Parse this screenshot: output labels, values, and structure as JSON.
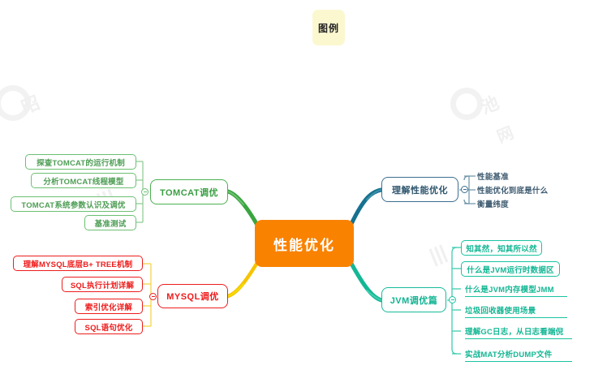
{
  "legend": {
    "label": "图例"
  },
  "central": {
    "label": "性能优化",
    "color": "#f98200",
    "text_color": "#ffffff"
  },
  "branches": [
    {
      "id": "tomcat",
      "label": "TOMCAT调优",
      "side": "left",
      "color": "#4caf50",
      "connector_color": "#3aa53f",
      "collapsed": false,
      "children": [
        {
          "label": "探查TOMCAT的运行机制",
          "style": "box"
        },
        {
          "label": "分析TOMCAT线程模型",
          "style": "box"
        },
        {
          "label": "TOMCAT系统参数认识及调优",
          "style": "box"
        },
        {
          "label": "基准测试",
          "style": "box"
        }
      ]
    },
    {
      "id": "mysql",
      "label": "MYSQL调优",
      "side": "left",
      "color": "#ee1c1c",
      "connector_color": "#f5d400",
      "collapsed": false,
      "children": [
        {
          "label": "理解MYSQL底层B+ TREE机制",
          "style": "box"
        },
        {
          "label": "SQL执行计划详解",
          "style": "box"
        },
        {
          "label": "索引优化详解",
          "style": "box"
        },
        {
          "label": "SQL语句优化",
          "style": "box"
        }
      ]
    },
    {
      "id": "understand-performance",
      "label": "理解性能优化",
      "side": "right",
      "color": "#3c6e8f",
      "connector_color": "#19728f",
      "collapsed": false,
      "children": [
        {
          "label": "性能基准",
          "style": "text"
        },
        {
          "label": "性能优化到底是什么",
          "style": "text"
        },
        {
          "label": "衡量纬度",
          "style": "text"
        }
      ]
    },
    {
      "id": "jvm",
      "label": "JVM调优篇",
      "side": "right",
      "color": "#16bb9a",
      "connector_color": "#14b794",
      "collapsed": false,
      "children": [
        {
          "label": "知其然，知其所以然",
          "style": "box"
        },
        {
          "label": "什么是JVM运行时数据区",
          "style": "box"
        },
        {
          "label": "什么是JVM内存模型JMM",
          "style": "underline"
        },
        {
          "label": "垃圾回收器使用场景",
          "style": "underline"
        },
        {
          "label": "理解GC日志，从日志看端倪",
          "style": "underline"
        },
        {
          "label": "实战MAT分析DUMP文件",
          "style": "underline"
        }
      ]
    }
  ],
  "watermarks": [
    {
      "text": "昭"
    },
    {
      "text": "池"
    },
    {
      "text": "网"
    }
  ]
}
